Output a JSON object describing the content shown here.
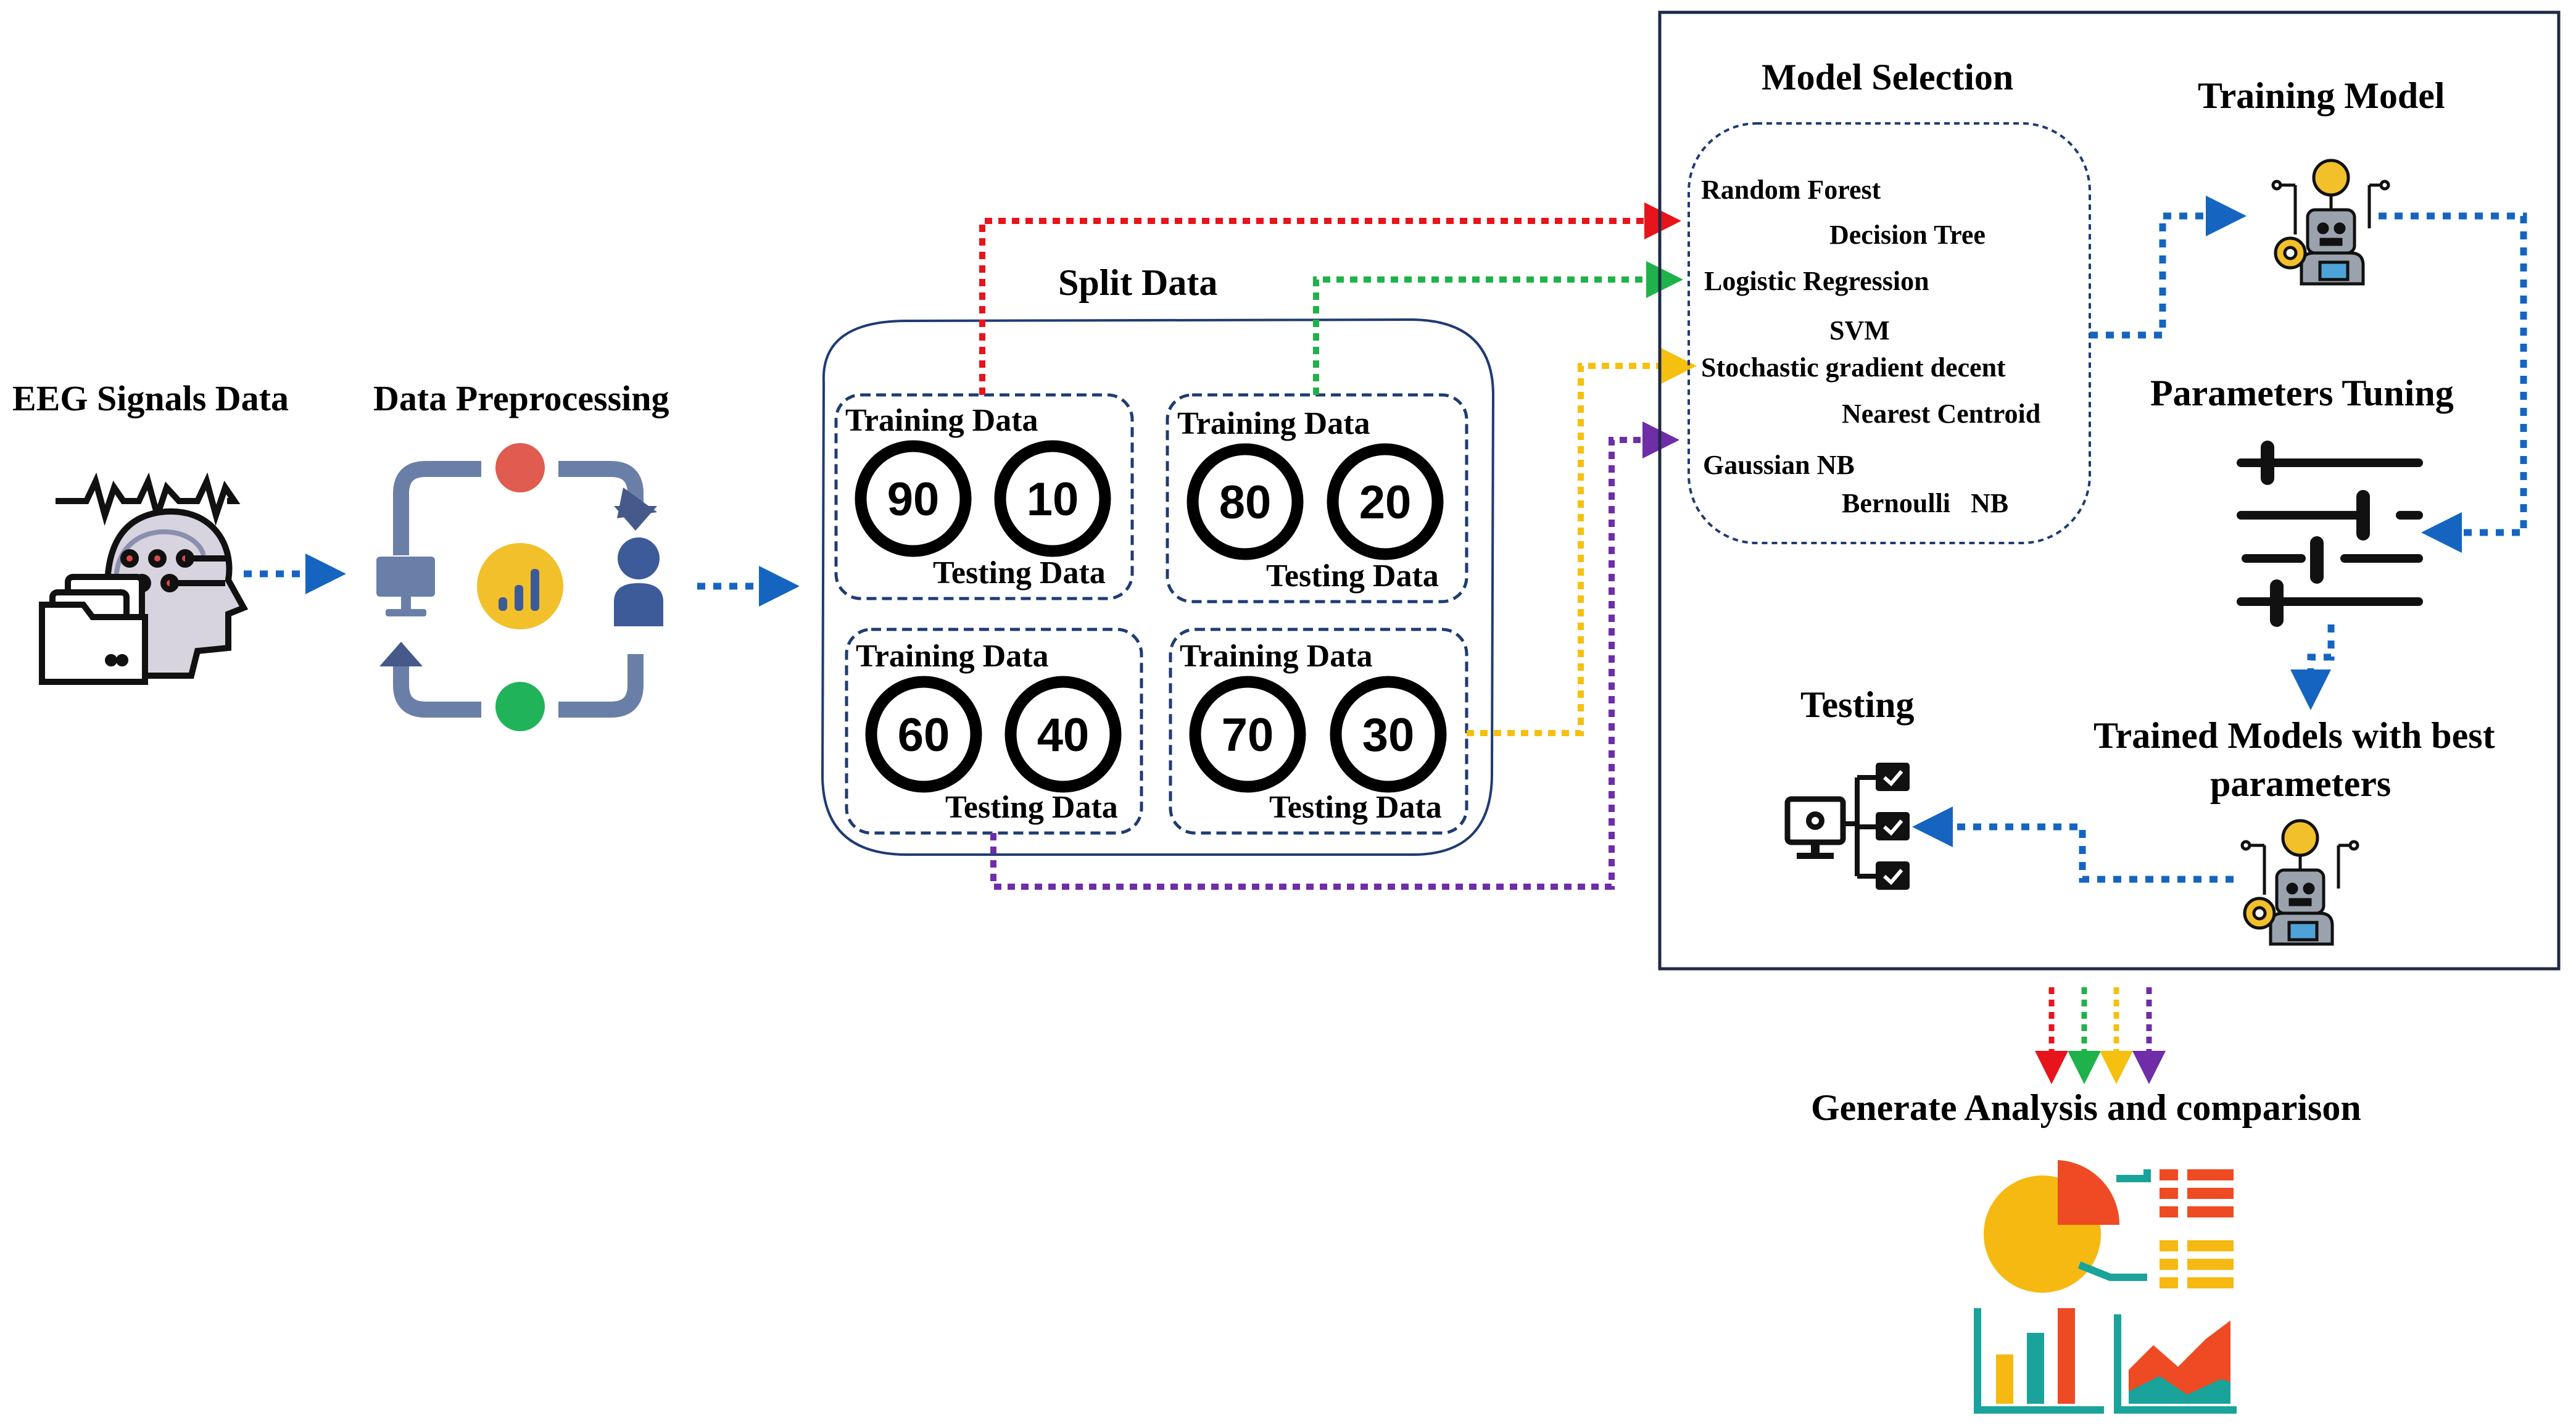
{
  "stages": {
    "eeg": "EEG Signals Data",
    "preprocessing": "Data Preprocessing",
    "split": "Split Data",
    "model_selection": "Model Selection",
    "training_model": "Training Model",
    "parameters_tuning": "Parameters Tuning",
    "trained_models_line1": "Trained Models with best",
    "trained_models_line2": "parameters",
    "testing": "Testing",
    "generate": "Generate Analysis and comparison"
  },
  "splits": [
    {
      "train_label": "Training Data",
      "test_label": "Testing Data",
      "train": "90",
      "test": "10",
      "arrow_color": "#e8141c"
    },
    {
      "train_label": "Training Data",
      "test_label": "Testing Data",
      "train": "80",
      "test": "20",
      "arrow_color": "#1fb24a"
    },
    {
      "train_label": "Training Data",
      "test_label": "Testing Data",
      "train": "60",
      "test": "40",
      "arrow_color": "#6f2da8"
    },
    {
      "train_label": "Training Data",
      "test_label": "Testing Data",
      "train": "70",
      "test": "30",
      "arrow_color": "#f5c010"
    }
  ],
  "models": [
    "Random Forest",
    "Decision Tree",
    "Logistic Regression",
    "SVM",
    "Stochastic gradient decent",
    "Nearest Centroid",
    "Gaussian NB",
    "Bernoulli   NB"
  ],
  "icons": {
    "eeg": "brain-eeg-icon",
    "preprocessing": "data-cycle-icon",
    "robot": "robot-icon",
    "tuning": "sliders-icon",
    "testing": "monitor-checklist-icon",
    "analysis": "analytics-dashboard-icon"
  },
  "colors": {
    "flow_arrow": "#1565c0",
    "box_border": "#1f3b73",
    "red": "#e8141c",
    "green": "#1fb24a",
    "yellow": "#f5c010",
    "purple": "#6f2da8"
  }
}
